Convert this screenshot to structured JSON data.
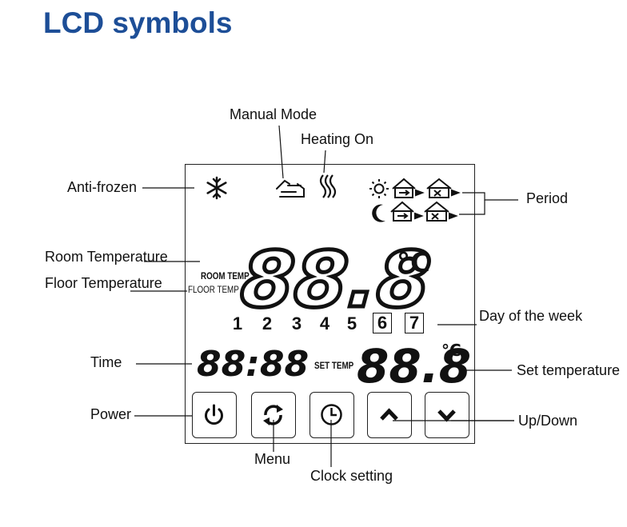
{
  "title": "LCD symbols",
  "labels": {
    "manual_mode": "Manual Mode",
    "heating_on": "Heating On",
    "anti_frozen": "Anti-frozen",
    "period": "Period",
    "room_temperature": "Room Temperature",
    "floor_temperature": "Floor Temperature",
    "day_of_week": "Day of the week",
    "time": "Time",
    "set_temperature": "Set temperature",
    "power": "Power",
    "up_down": "Up/Down",
    "menu": "Menu",
    "clock_setting": "Clock setting"
  },
  "lcd": {
    "room_temp_label": "ROOM TEMP",
    "floor_temp_label": "FLOOR TEMP",
    "big_temp": "88.8",
    "big_unit": "°C",
    "time": "88:88",
    "set_temp_label": "SET TEMP",
    "set_temp": "88.8",
    "set_unit": "°C",
    "days": [
      "1",
      "2",
      "3",
      "4",
      "5",
      "6",
      "7"
    ]
  },
  "buttons": [
    {
      "name": "power",
      "icon": "power-icon"
    },
    {
      "name": "menu",
      "icon": "refresh-icon"
    },
    {
      "name": "clock",
      "icon": "clock-icon"
    },
    {
      "name": "up",
      "icon": "chevron-up-icon"
    },
    {
      "name": "down",
      "icon": "chevron-down-icon"
    }
  ],
  "colors": {
    "title": "#1d4e97",
    "line": "#111111"
  }
}
